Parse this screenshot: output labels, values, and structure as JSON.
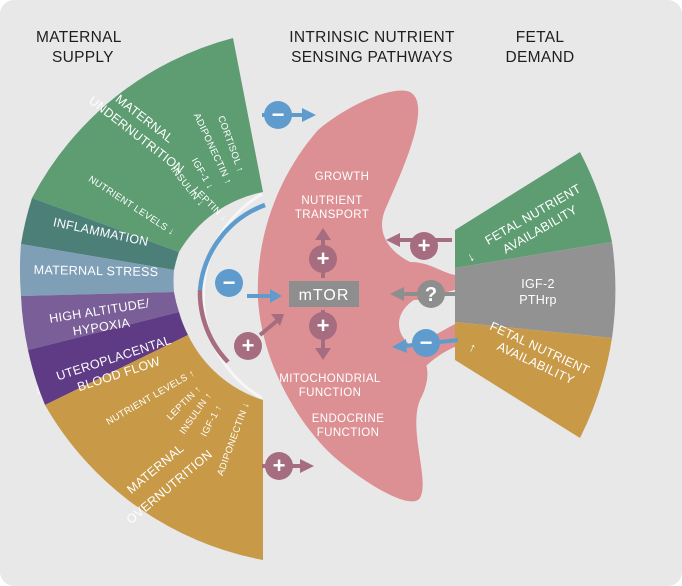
{
  "headers": {
    "maternal_line1": "MATERNAL",
    "maternal_line2": "SUPPLY",
    "intrinsic_line1": "INTRINSIC NUTRIENT",
    "intrinsic_line2": "SENSING PATHWAYS",
    "fetal_line1": "FETAL",
    "fetal_line2": "DEMAND"
  },
  "left_sectors": {
    "undernutrition": {
      "title_line1": "MATERNAL",
      "title_line2": "UNDERNUTRITION",
      "signals": [
        "CORTISOL ↑",
        "ADIPONECTIN ↑",
        "IGF-1 ↓",
        "INSULIN ↓",
        "LEPTIN ↓",
        "NUTRIENT LEVELS ↓"
      ],
      "color": "#5e9d72"
    },
    "inflammation": {
      "label": "INFLAMMATION",
      "color": "#4b7f78"
    },
    "maternal_stress": {
      "label": "MATERNAL STRESS",
      "color": "#7e9fb6"
    },
    "hypoxia": {
      "label_line1": "HIGH ALTITUDE/",
      "label_line2": "HYPOXIA",
      "color": "#7a5e97"
    },
    "uteroplacental": {
      "arrow": "↓",
      "label_line1": "UTEROPLACENTAL",
      "label_line2": "BLOOD FLOW",
      "color": "#5f3a85"
    },
    "overnutrition": {
      "title_line1": "MATERNAL",
      "title_line2": "OVERNUTRITION",
      "signals": [
        "NUTRIENT LEVELS ↑",
        "LEPTIN ↑",
        "INSULIN ↑",
        "IGF-1 ↑",
        "ADIPONECTIN ↓"
      ],
      "color": "#c89a48"
    }
  },
  "right_sectors": {
    "fetal_low": {
      "arrow": "↓",
      "line1": "FETAL NUTRIENT",
      "line2": "AVAILABILITY",
      "color": "#5e9d72"
    },
    "igf2": {
      "line1": "IGF-2",
      "line2": "PTHrp",
      "color": "#929292"
    },
    "fetal_high": {
      "arrow": "↑",
      "line1": "FETAL NUTRIENT",
      "line2": "AVAILABILITY",
      "color": "#c89a48"
    }
  },
  "center": {
    "node_label": "mTOR",
    "outputs_top": [
      "GROWTH",
      "NUTRIENT",
      "TRANSPORT"
    ],
    "outputs_bottom": [
      "MITOCHONDRIAL",
      "FUNCTION",
      "ENDOCRINE",
      "FUNCTION"
    ],
    "question_mark": "?",
    "colors": {
      "body": "#dc9093",
      "node": "#8e8e8e",
      "positive": "#a66d80",
      "negative": "#5f9ccd"
    }
  },
  "symbols": {
    "plus": "+",
    "minus": "−"
  }
}
